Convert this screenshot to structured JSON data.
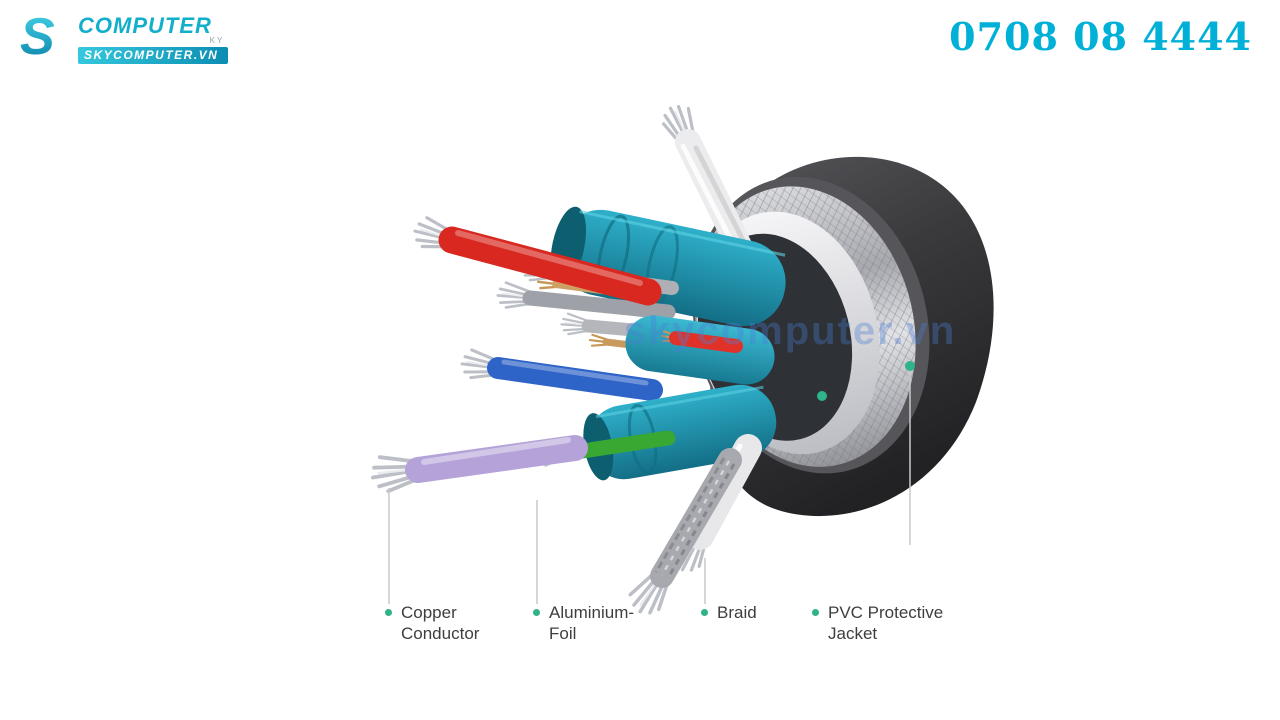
{
  "brand": {
    "icon": "S",
    "title": "COMPUTER",
    "badge": "KY",
    "subtitle": "SKYCOMPUTER.VN",
    "phone": "0708 08 4444",
    "accent_color": "#00b0d6"
  },
  "watermark": {
    "text": "skycomputer.vn"
  },
  "diagram": {
    "labels": [
      {
        "text": "Copper Conductor"
      },
      {
        "text": "Aluminium-Foil"
      },
      {
        "text": "Braid"
      },
      {
        "text": "PVC Protective Jacket"
      }
    ],
    "dot_color": "#2fb389",
    "colors": {
      "pvc_jacket": "#3a3a3d",
      "braid": "#b9bac0",
      "aluminium_foil": "#1f8aa4",
      "copper": "#c89755",
      "wire_red": "#d8281f",
      "wire_blue": "#2e63c8",
      "wire_green": "#39a832",
      "wire_purple": "#b4a2d8",
      "wire_white": "#ececee"
    }
  }
}
